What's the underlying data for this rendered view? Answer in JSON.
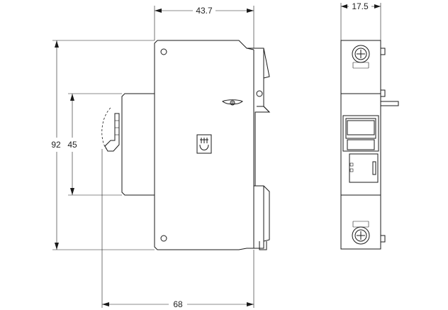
{
  "dimensions": {
    "width_43_7": "43.7",
    "width_17_5": "17.5",
    "height_92": "92",
    "height_45": "45",
    "depth_68": "68"
  },
  "colors": {
    "line": "#1a1a1a",
    "background": "#ffffff"
  }
}
